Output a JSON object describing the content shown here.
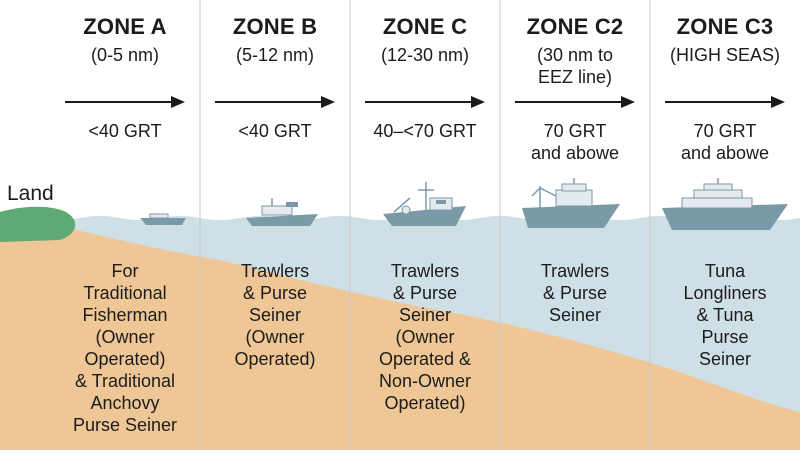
{
  "land_label": "Land",
  "zones": [
    {
      "title": "ZONE A",
      "range": "(0-5 nm)",
      "grt": "<40 GRT",
      "vessels": "For\nTraditional\nFisherman\n(Owner\nOperated)\n& Traditional\nAnchovy\nPurse Seiner"
    },
    {
      "title": "ZONE B",
      "range": "(5-12 nm)",
      "grt": "<40 GRT",
      "vessels": "Trawlers\n& Purse\nSeiner\n(Owner\nOperated)"
    },
    {
      "title": "ZONE C",
      "range": "(12-30 nm)",
      "grt": "40–<70 GRT",
      "vessels": "Trawlers\n& Purse\nSeiner\n(Owner\nOperated &\nNon-Owner\nOperated)"
    },
    {
      "title": "ZONE C2",
      "range": "(30 nm to\nEEZ line)",
      "grt": "70 GRT\nand abowe",
      "vessels": "Trawlers\n& Purse\nSeiner"
    },
    {
      "title": "ZONE C3",
      "range": "(HIGH SEAS)",
      "grt": "70 GRT\nand abowe",
      "vessels": "Tuna\nLongliners\n& Tuna\nPurse\nSeiner"
    }
  ],
  "colors": {
    "sea": "#cfdfe6",
    "seabed": "#efc796",
    "land": "#5fa977",
    "divider": "#c9c9c9",
    "arrow": "#1a1a1a",
    "boat_hull": "#7b9aa8",
    "boat_cabin": "#e3ebef"
  }
}
